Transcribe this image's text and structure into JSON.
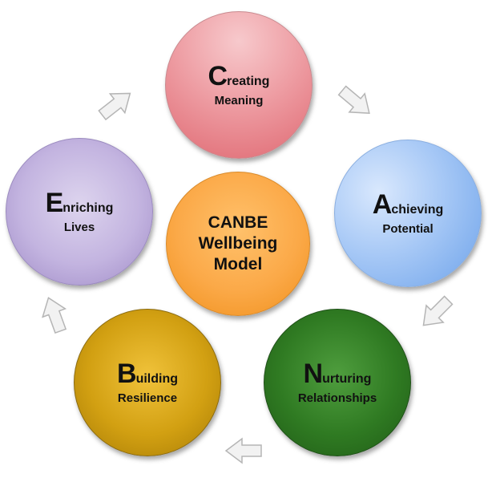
{
  "diagram": {
    "center": {
      "line1": "CANBE",
      "line2": "Wellbeing",
      "line3": "Model"
    },
    "nodes": [
      {
        "initial": "C",
        "rest": "reating",
        "line2": "Meaning",
        "color": "#e8858c"
      },
      {
        "initial": "A",
        "rest": "chieving",
        "line2": "Potential",
        "color": "#8fb8f1"
      },
      {
        "initial": "N",
        "rest": "urturing",
        "line2": "Relationships",
        "color": "#2f7a22"
      },
      {
        "initial": "B",
        "rest": "uilding",
        "line2": "Resilience",
        "color": "#d2a012"
      },
      {
        "initial": "E",
        "rest": "nriching",
        "line2": "Lives",
        "color": "#b7a6da"
      }
    ],
    "center_color": "#fba948",
    "arrow_color": "#f2f2f2",
    "arrow_icon": "block-arrow-icon"
  }
}
